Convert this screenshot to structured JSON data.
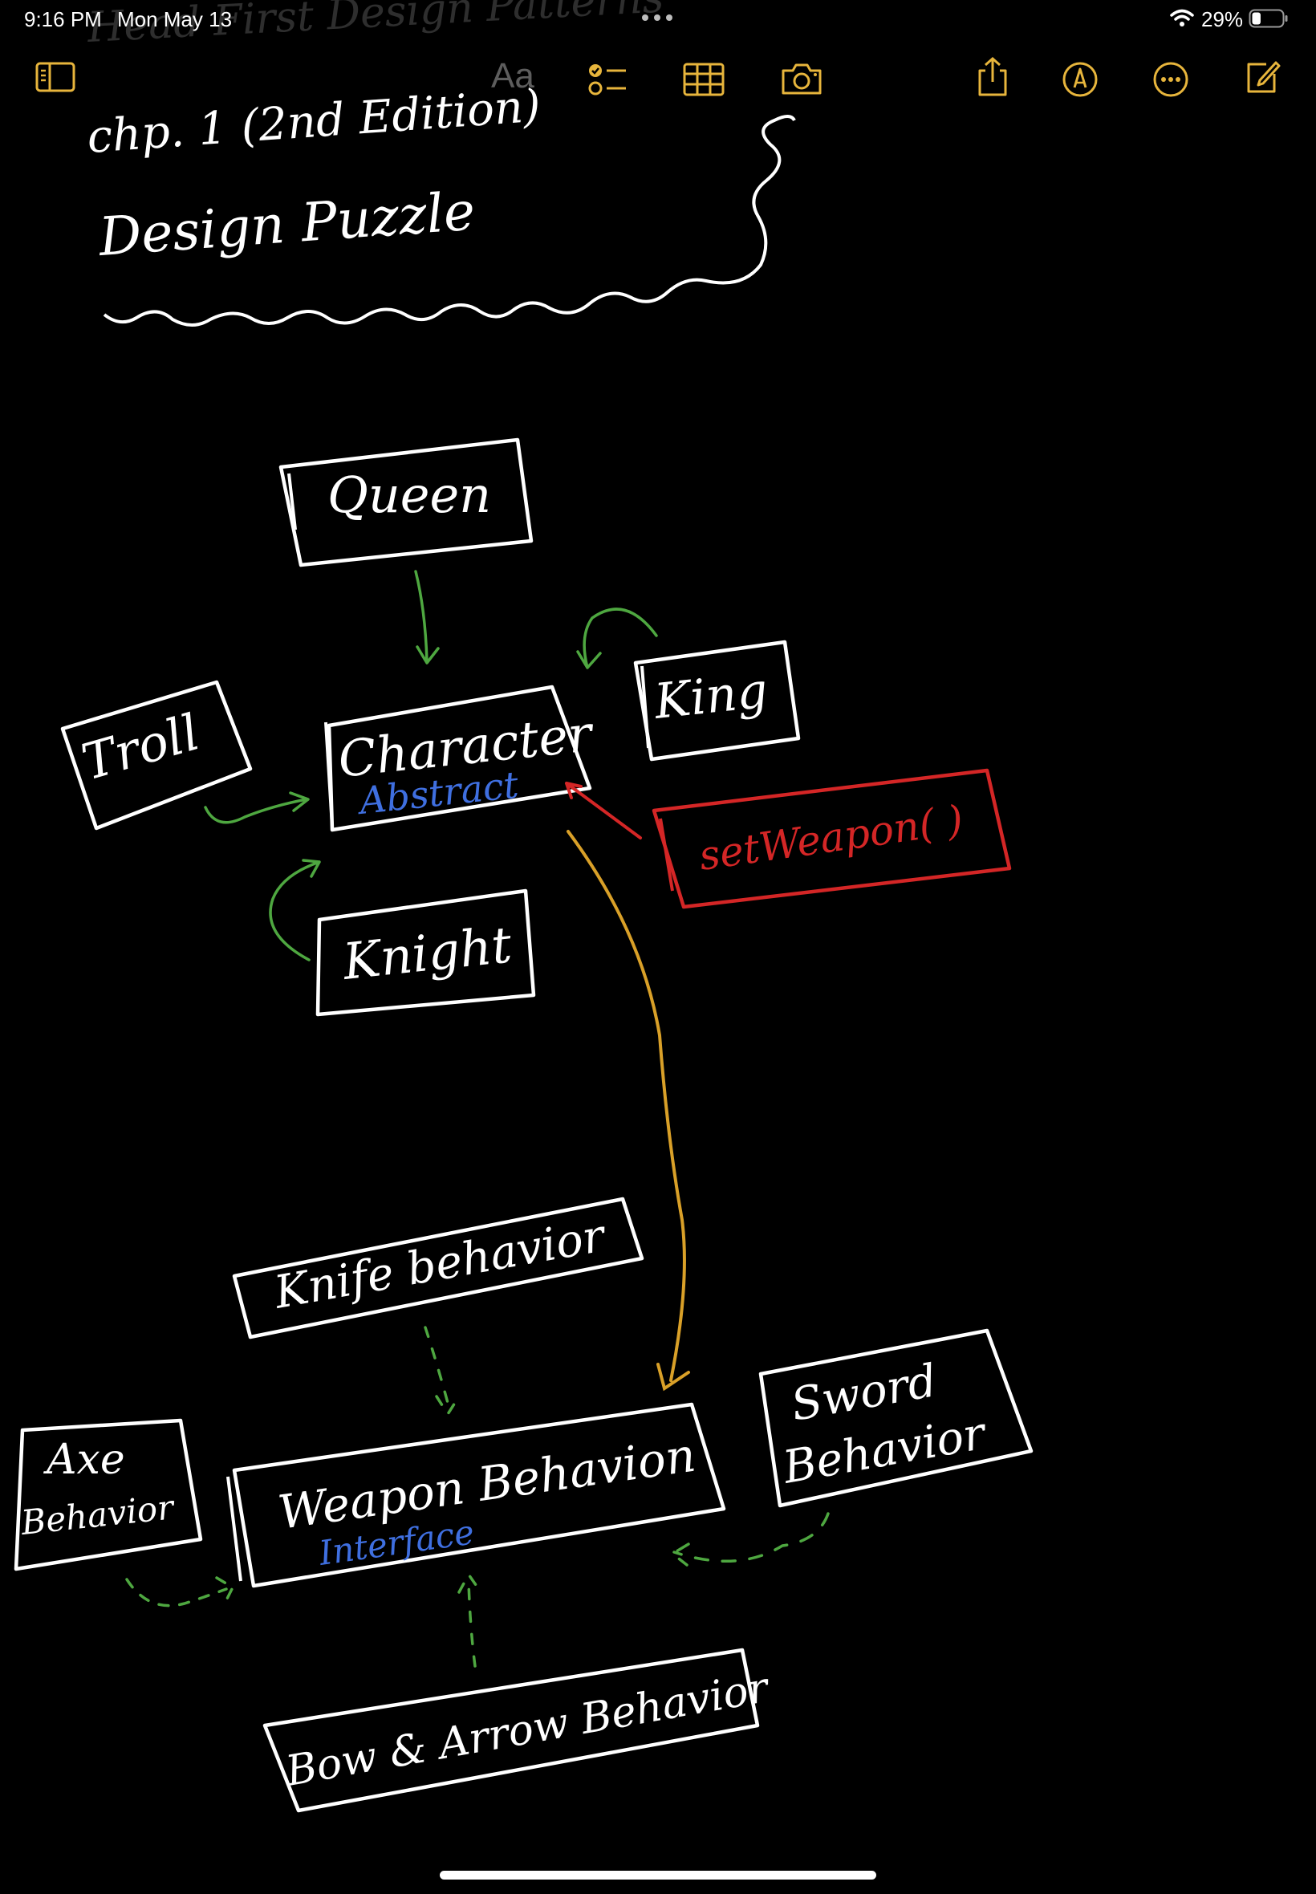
{
  "status_bar": {
    "time": "9:16 PM",
    "date": "Mon May 13",
    "battery_percent": "29%",
    "battery_level": 0.29
  },
  "toolbar": {
    "font_button_label": "Aa",
    "icons": [
      "sidebar-icon",
      "checklist-icon",
      "table-icon",
      "camera-icon",
      "share-icon",
      "markup-icon",
      "more-icon",
      "compose-icon"
    ]
  },
  "note": {
    "header_line_1": "Head First Design Patterns",
    "header_line_2": "chp. 1 (2nd Edition)",
    "header_line_3": "Design Puzzle",
    "boxes": {
      "queen": "Queen",
      "king": "King",
      "troll": "Troll",
      "character": "Character",
      "character_tag": "Abstract",
      "knight": "Knight",
      "set_weapon": "setWeapon( )",
      "knife": "Knife behavior",
      "axe_line1": "Axe",
      "axe_line2": "Behavior",
      "weapon": "Weapon Behavion",
      "weapon_tag": "Interface",
      "sword_line1": "Sword",
      "sword_line2": "Behavior",
      "bow": "Bow & Arrow Behavior"
    }
  },
  "colors": {
    "background": "#000000",
    "ink": "#ffffff",
    "inheritance_arrow": "#4ea740",
    "has_a_arrow": "#d9a028",
    "set_weapon_ink": "#d42626",
    "annotation_blue": "#3f6fe0",
    "toolbar_accent": "#e7b53c"
  }
}
